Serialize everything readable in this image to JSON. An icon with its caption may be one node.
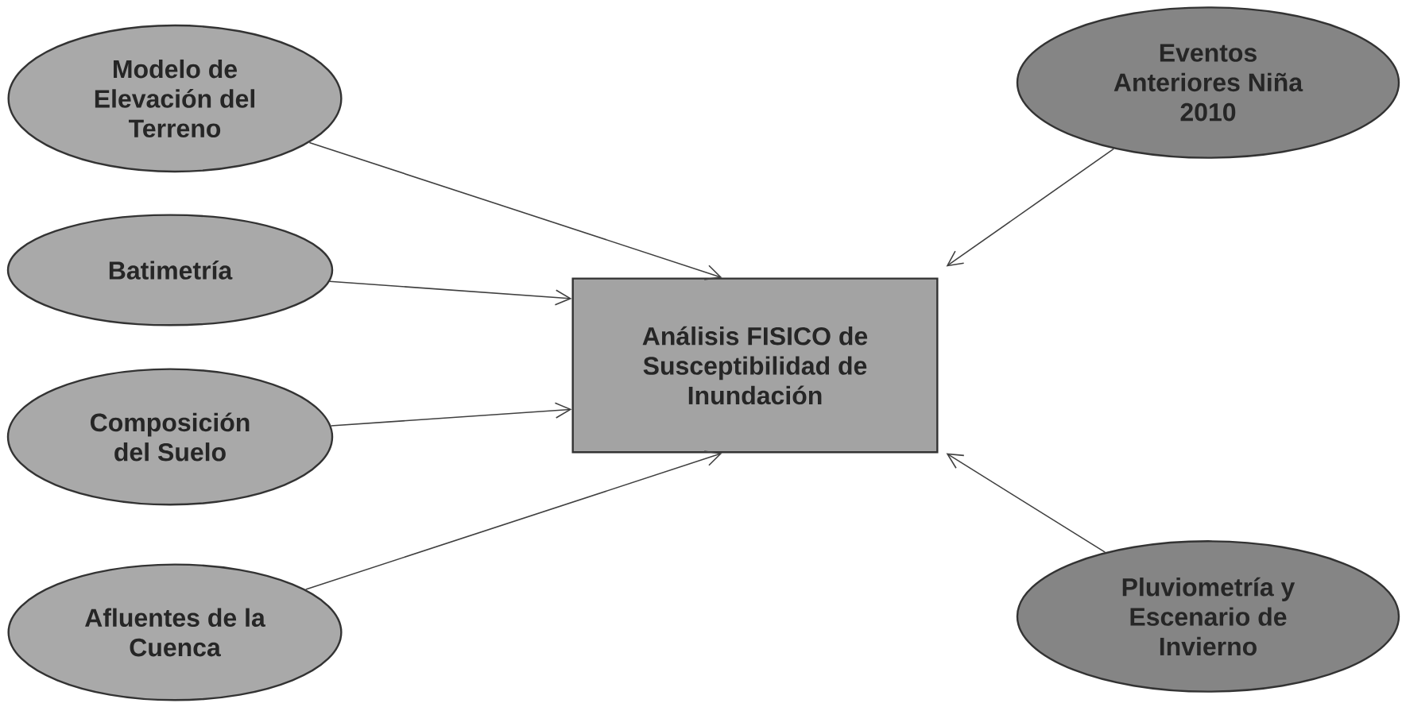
{
  "diagram": {
    "nodes": [
      {
        "text": [
          "Modelo de Elevación del Terreno"
        ]
      },
      {
        "text": [
          "Batimetría"
        ]
      },
      {
        "text": [
          "Composición del Suelo"
        ]
      },
      {
        "text": [
          "Afluentes de la Cuenca"
        ]
      },
      {
        "text": [
          "Análisis FISICO de Susceptibilidad de Inundación"
        ]
      },
      {
        "text": [
          "Eventos Anteriores Niña 2010"
        ]
      },
      {
        "text": [
          "Pluviometría y Escenario de Invierno"
        ]
      }
    ],
    "edges": [
      {
        "from": 0,
        "to": 4,
        "arrow": "to"
      },
      {
        "from": 1,
        "to": 4,
        "arrow": "to"
      },
      {
        "from": 2,
        "to": 4,
        "arrow": "to"
      },
      {
        "from": 3,
        "to": 4,
        "arrow": "to"
      },
      {
        "from": 5,
        "to": 4,
        "arrow": "to"
      },
      {
        "from": 6,
        "to": 4,
        "arrow": "to"
      }
    ]
  }
}
